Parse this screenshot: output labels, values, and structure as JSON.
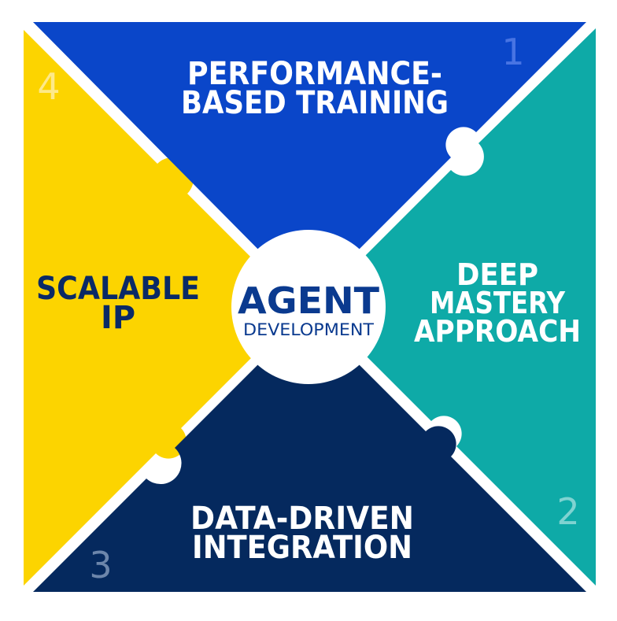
{
  "colors": {
    "top": "#0a46c9",
    "right": "#0eaaa7",
    "bottom": "#05295e",
    "left": "#fcd400",
    "center": "#ffffff",
    "center_text": "#0a3a8f",
    "label_light": "#ffffff",
    "label_dark": "#0a2a66"
  },
  "center": {
    "title": "AGENT",
    "subtitle": "DEVELOPMENT"
  },
  "sections": {
    "top": {
      "number": "1",
      "line1": "PERFORMANCE-",
      "line2": "BASED TRAINING"
    },
    "right": {
      "number": "2",
      "line1": "DEEP",
      "line2": "MASTERY",
      "line3": "APPROACH"
    },
    "bottom": {
      "number": "3",
      "line1": "DATA-DRIVEN",
      "line2": "INTEGRATION"
    },
    "left": {
      "number": "4",
      "line1": "SCALABLE",
      "line2": "IP"
    }
  }
}
